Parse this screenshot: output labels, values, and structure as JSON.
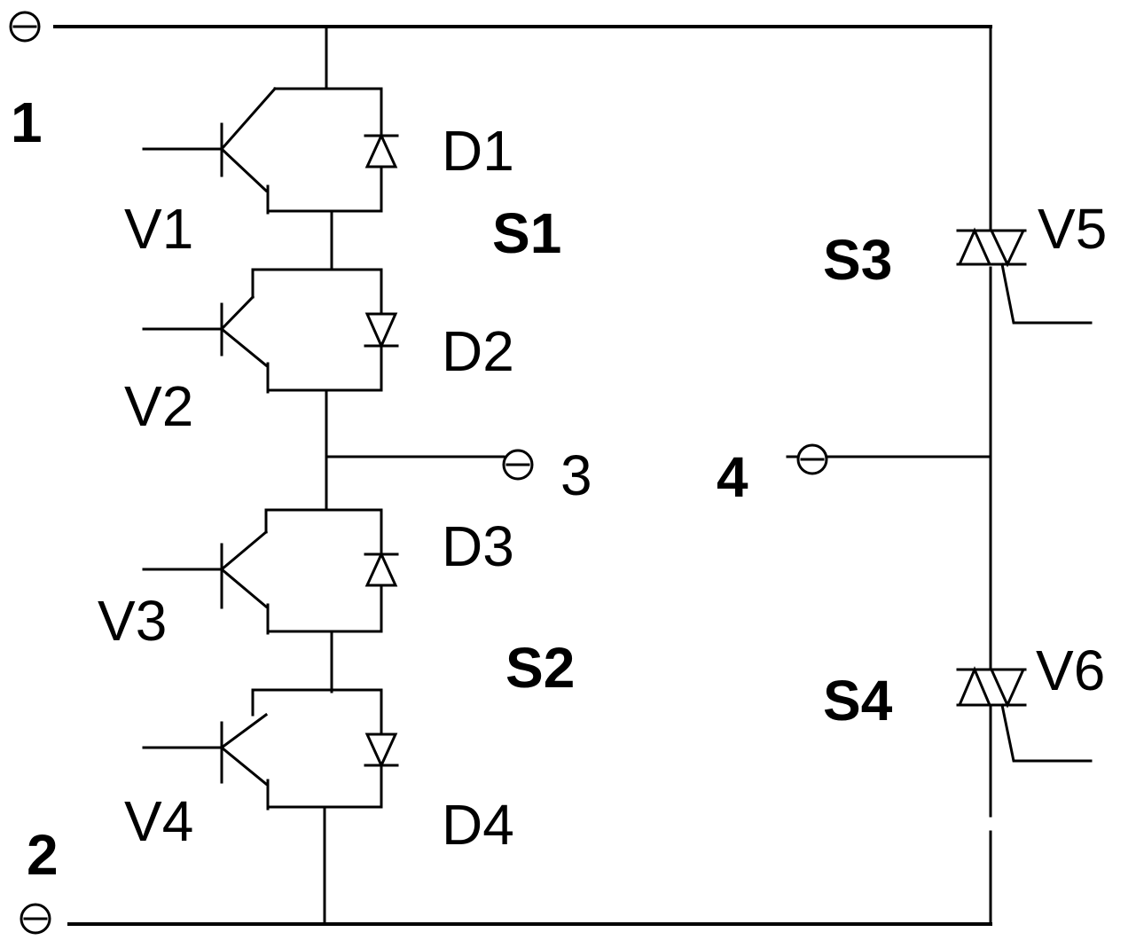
{
  "terminals": {
    "t1": "1",
    "t2": "2",
    "t3": "3",
    "t4": "4"
  },
  "transistors": {
    "v1": "V1",
    "v2": "V2",
    "v3": "V3",
    "v4": "V4"
  },
  "diodes": {
    "d1": "D1",
    "d2": "D2",
    "d3": "D3",
    "d4": "D4"
  },
  "switches": {
    "s1": "S1",
    "s2": "S2",
    "s3": "S3",
    "s4": "S4"
  },
  "thyristors": {
    "v5": "V5",
    "v6": "V6"
  },
  "terminal_symbol": "⊖"
}
